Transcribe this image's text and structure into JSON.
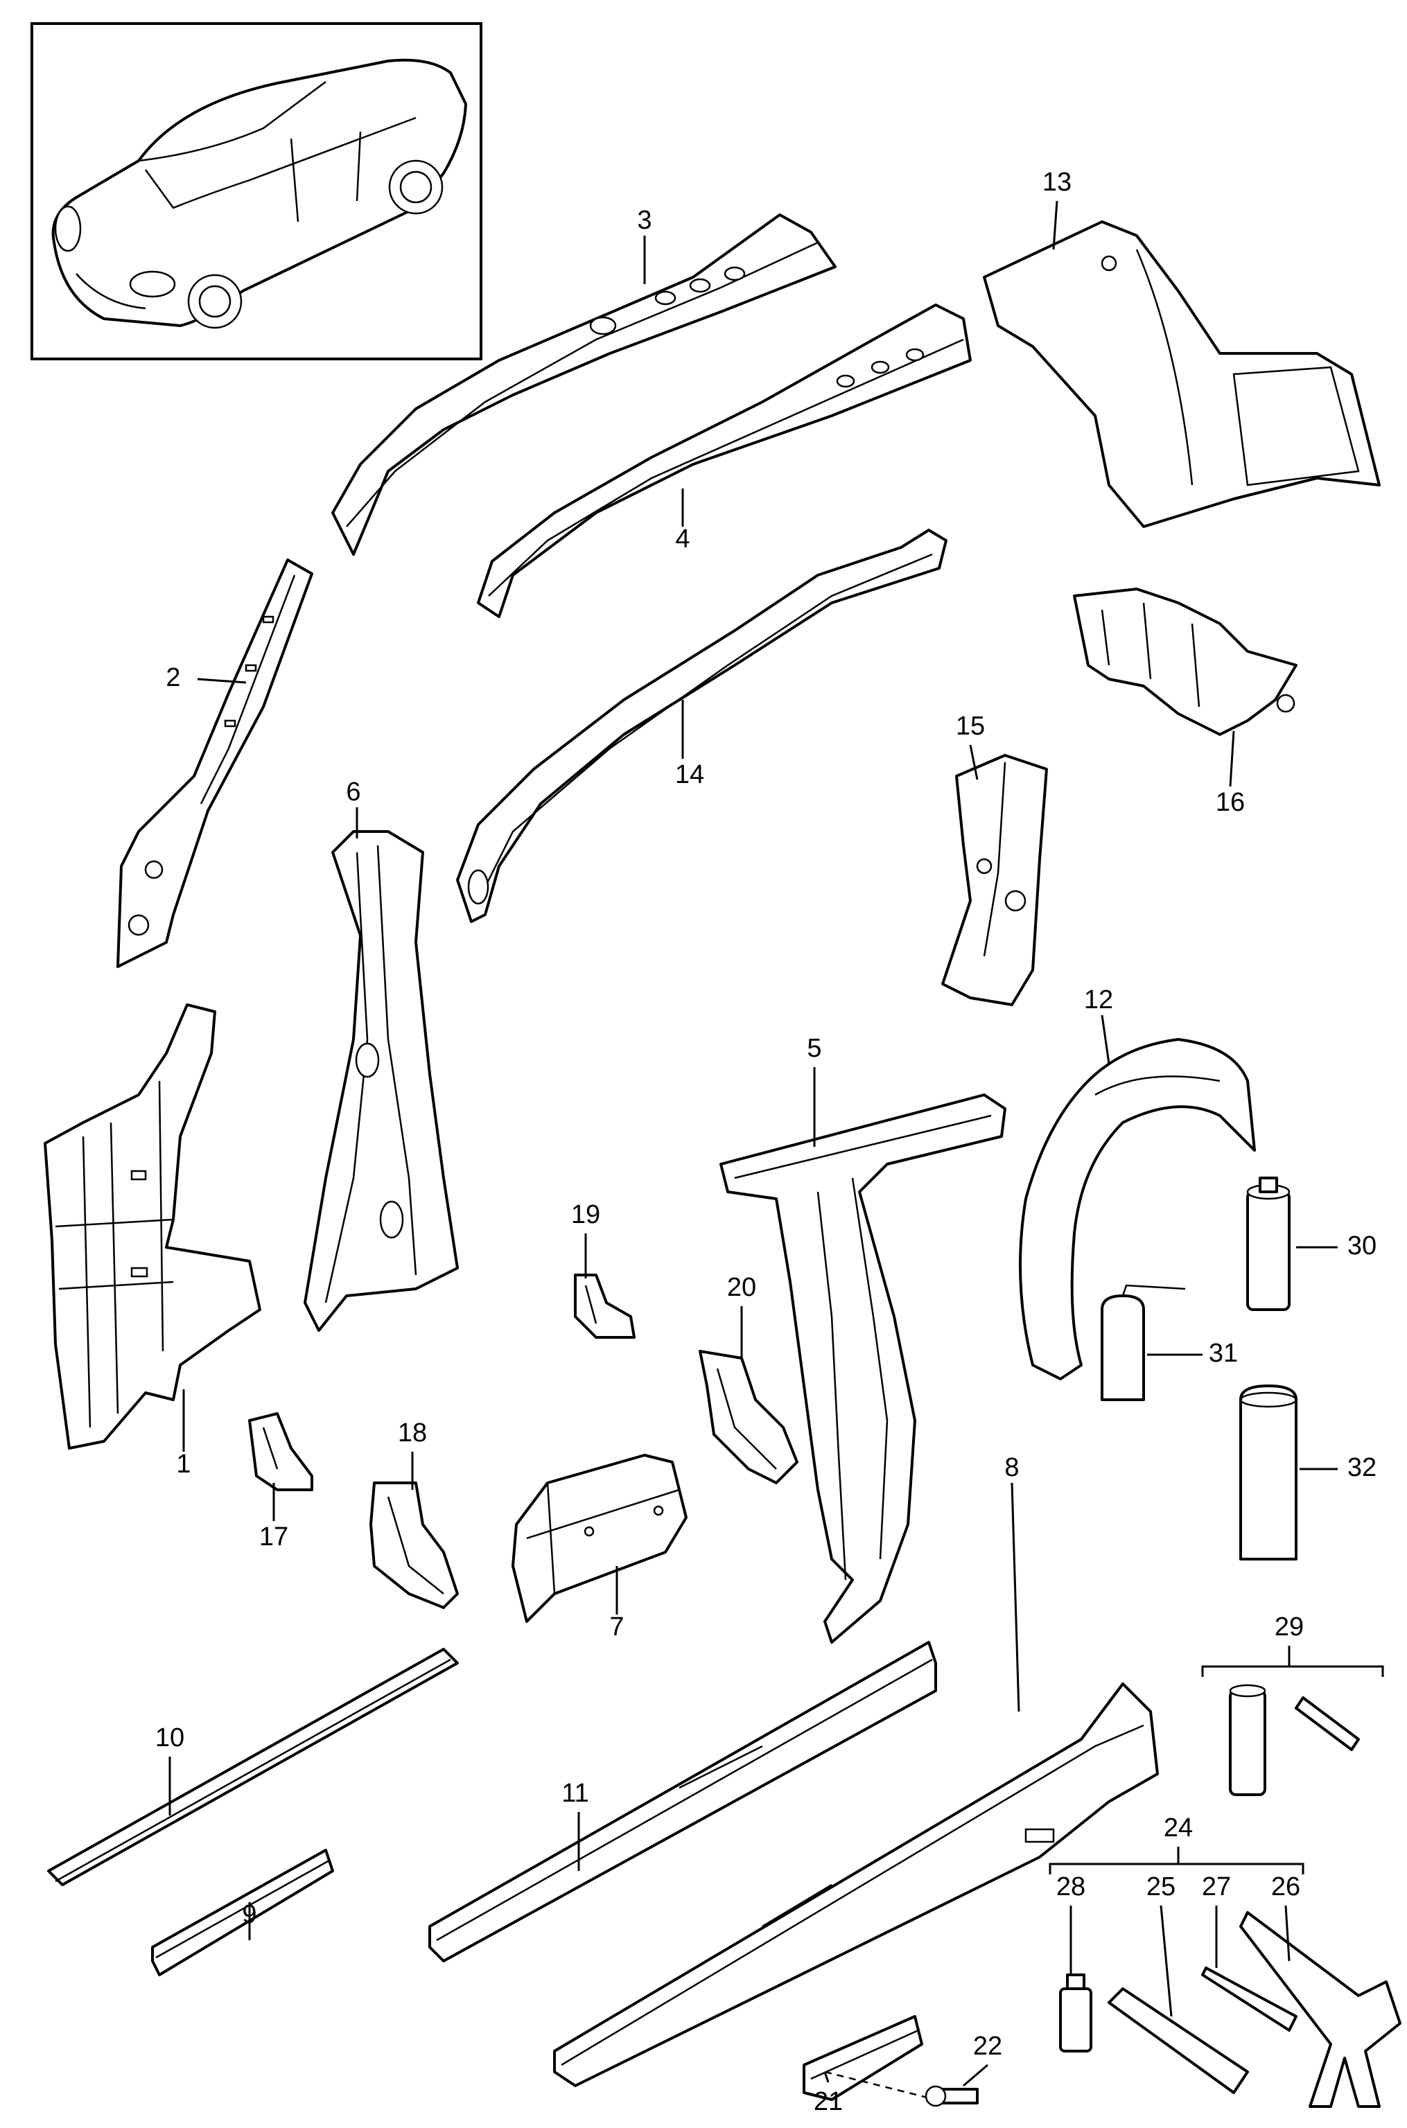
{
  "callouts": {
    "p1": "1",
    "p2": "2",
    "p3": "3",
    "p4": "4",
    "p5": "5",
    "p6": "6",
    "p7": "7",
    "p8": "8",
    "p9": "9",
    "p10": "10",
    "p11": "11",
    "p12": "12",
    "p13": "13",
    "p14": "14",
    "p15": "15",
    "p16": "16",
    "p17": "17",
    "p18": "18",
    "p19": "19",
    "p20": "20",
    "p21": "21",
    "p22": "22",
    "p24": "24",
    "p25": "25",
    "p26": "26",
    "p27": "27",
    "p28": "28",
    "p29": "29",
    "p30": "30",
    "p31": "31",
    "p32": "32"
  }
}
